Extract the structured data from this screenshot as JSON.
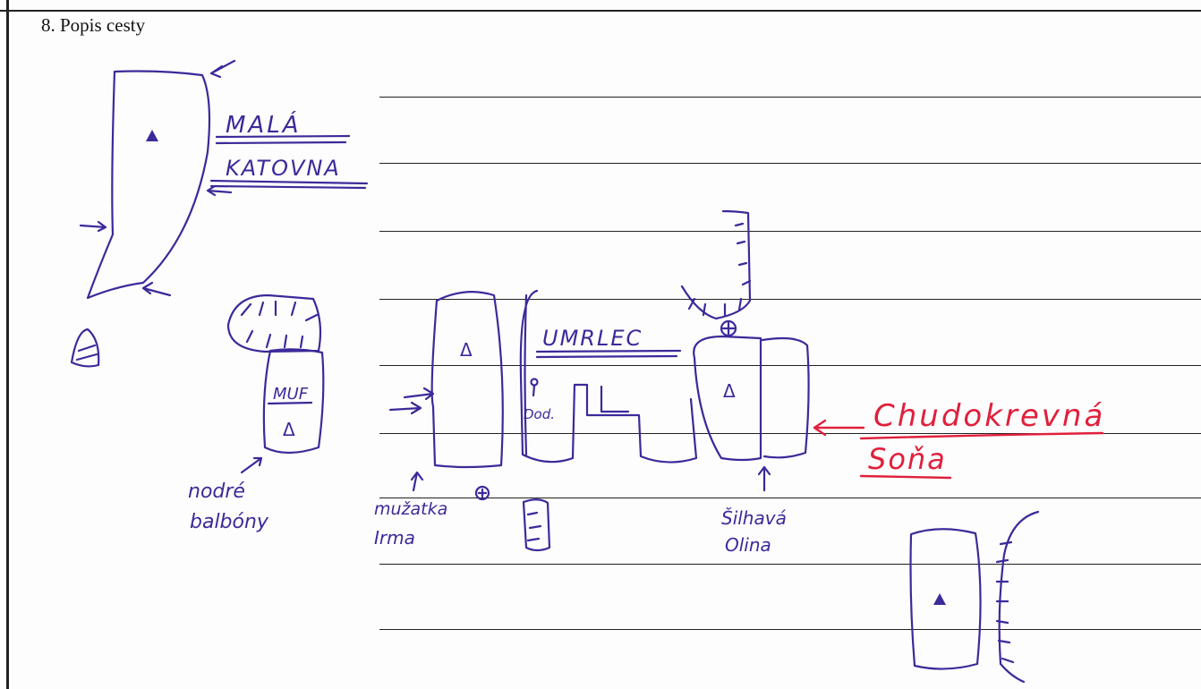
{
  "section": {
    "title": "8. Popis cesty"
  },
  "ruled_lines": 9,
  "colors": {
    "ink_blue": "#3b2a9a",
    "ink_red": "#e0203c",
    "rule": "#222222"
  },
  "sketch": {
    "labels": {
      "mala": "MALÁ",
      "katovna": "KATOVNA",
      "muf": "MUF",
      "umrlec": "UMRLEC",
      "nodre": "nodré",
      "balbony": "balbóny",
      "muzatka": "mužatka",
      "irma": "Irma",
      "dod": "Dod.",
      "silhava": "Šilhavá",
      "olina": "Olina"
    },
    "red_label": {
      "line1": "Chudokrevná",
      "line2": "Soňa"
    },
    "peak_symbol": "Δ"
  }
}
